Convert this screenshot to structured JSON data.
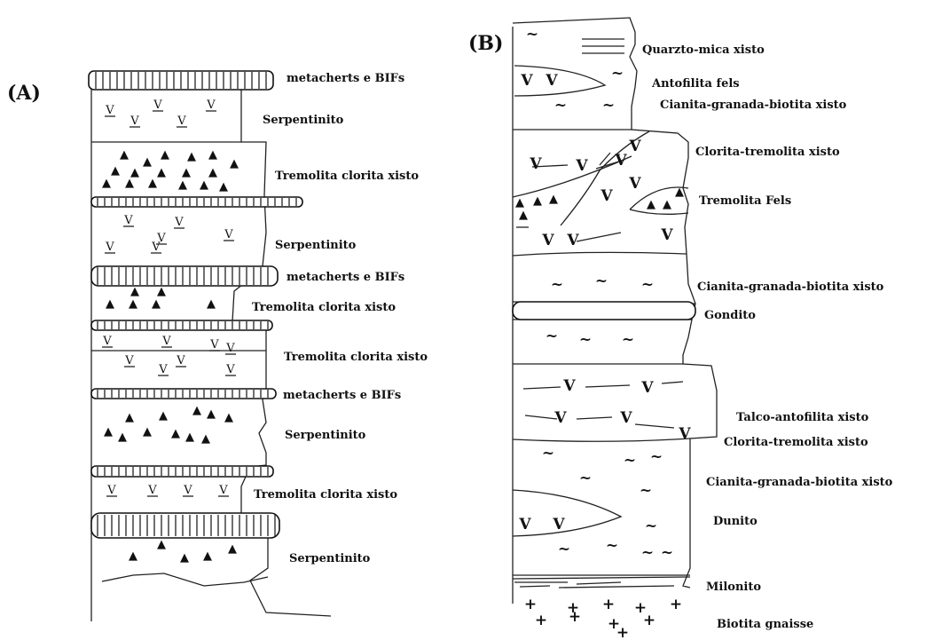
{
  "panels": {
    "a": "(A)",
    "b": "(B)"
  },
  "symbols": {
    "triangle": "▲",
    "v_bar": "V",
    "wave": "~",
    "v": "V",
    "cross": "+"
  },
  "column_a": {
    "labels": [
      "metacherts e BIFs",
      "Serpentinito",
      "Tremolita clorita xisto",
      "Serpentinito",
      "metacherts e BIFs",
      "Tremolita clorita xisto",
      "Tremolita clorita xisto",
      "metacherts e BIFs",
      "Serpentinito",
      "Tremolita clorita xisto",
      "Serpentinito"
    ]
  },
  "column_b": {
    "labels": [
      "Quarzto-mica xisto",
      "Antofilita fels",
      "Cianita-granada-biotita xisto",
      "Clorita-tremolita xisto",
      "Tremolita Fels",
      "Cianita-granada-biotita xisto",
      "Gondito",
      "Talco-antofilita xisto",
      "Clorita-tremolita xisto",
      "Cianita-granada-biotita xisto",
      "Dunito",
      "Milonito",
      "Biotita gnaisse"
    ]
  }
}
